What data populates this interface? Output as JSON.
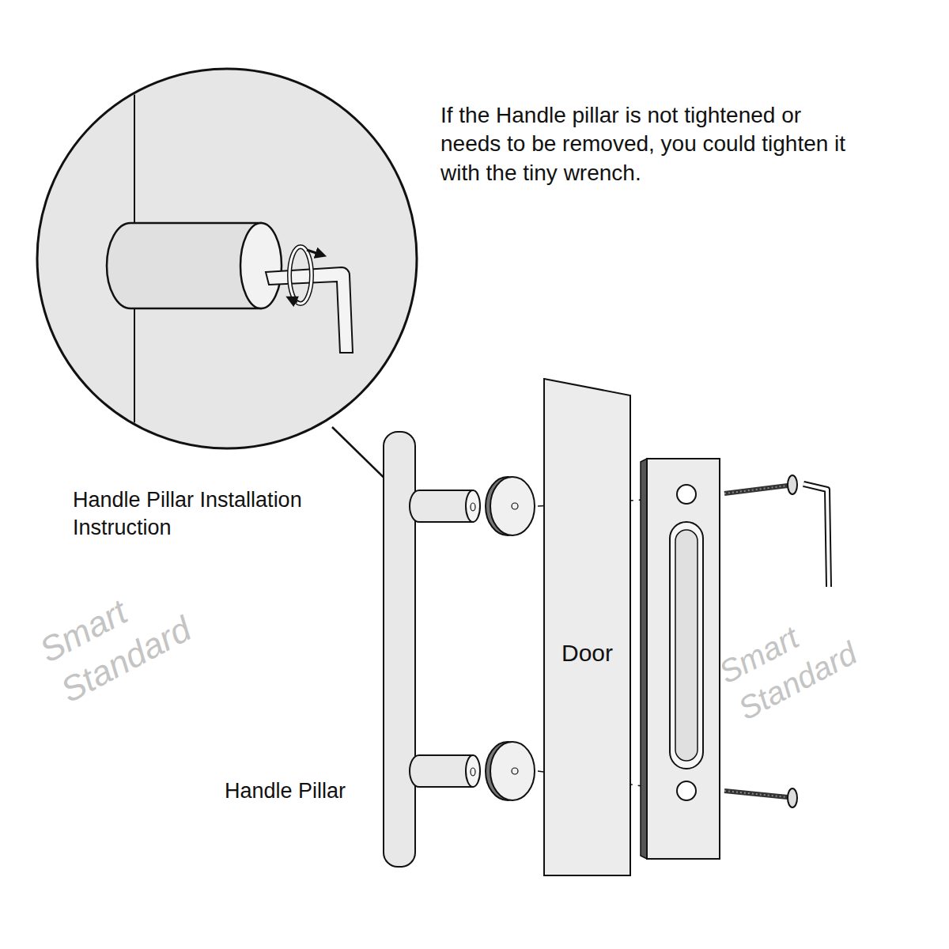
{
  "diagram": {
    "nodes": [
      {
        "text": [
          "Door"
        ]
      }
    ],
    "labels": [
      "If the Handle pillar is not tightened or needs to be removed, you could tighten it with the tiny wrench.",
      "Handle Pillar Installation Instruction",
      "Handle Pillar",
      "Smart Standard",
      "Smart Standard"
    ]
  }
}
